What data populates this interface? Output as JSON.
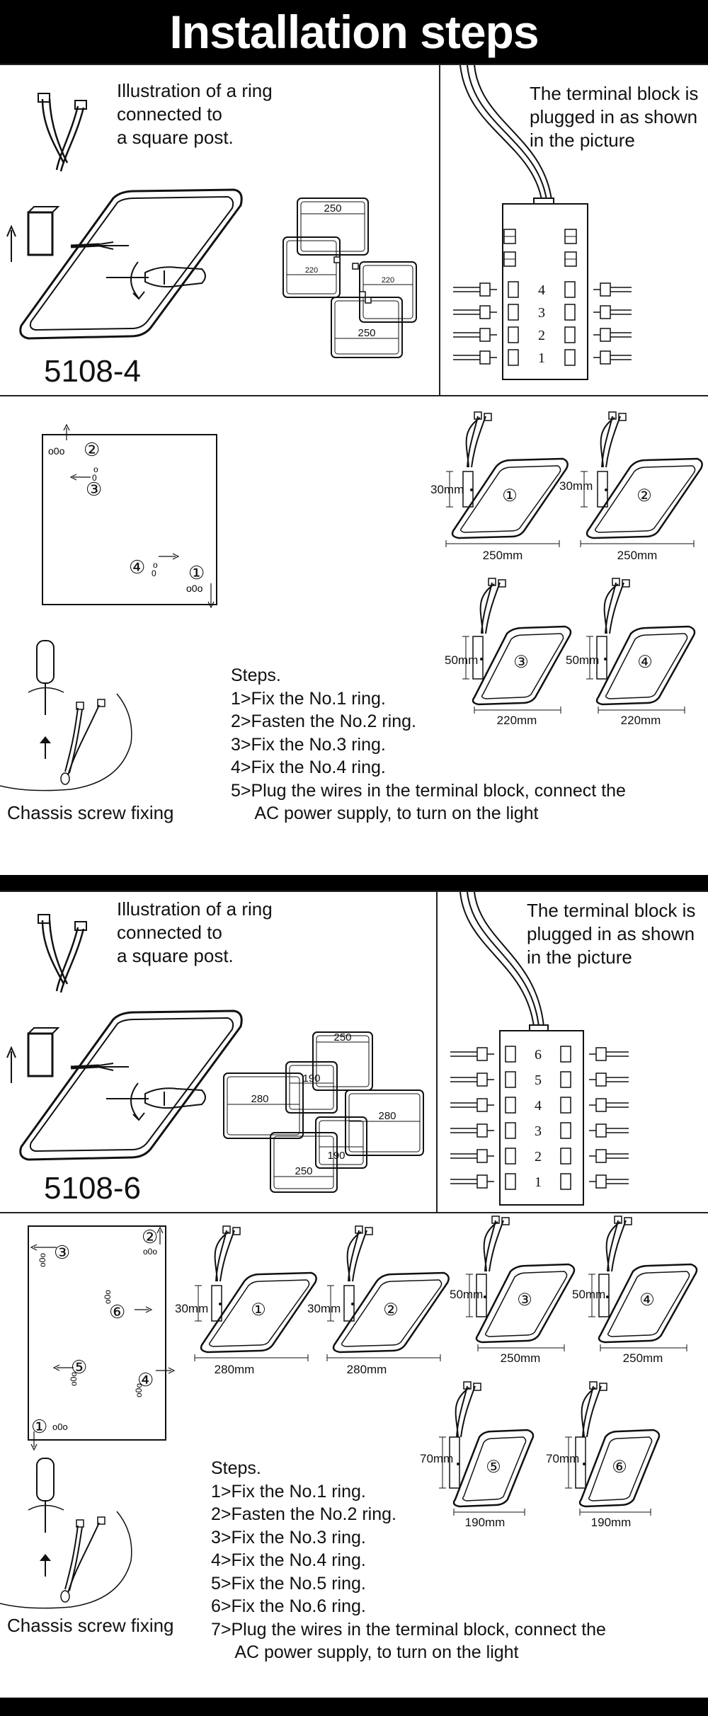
{
  "header": {
    "title": "Installation steps"
  },
  "section1": {
    "ring_caption": "Illustration of a ring\nconnected to\na square post.",
    "model": "5108-4",
    "terminal_caption": "The terminal block is\nplugged in as shown\nin the picture",
    "diagram_dims": [
      "250",
      "220",
      "220",
      "250"
    ],
    "terminal_numbers": [
      "4",
      "3",
      "2",
      "1"
    ],
    "layout_markers": [
      "②",
      "③",
      "④",
      "①"
    ],
    "ring_labels": [
      {
        "num": "①",
        "height": "30mm",
        "width": "250mm"
      },
      {
        "num": "②",
        "height": "30mm",
        "width": "250mm"
      },
      {
        "num": "③",
        "height": "50mm",
        "width": "220mm"
      },
      {
        "num": "④",
        "height": "50mm",
        "width": "220mm"
      }
    ],
    "chassis_caption": "Chassis screw fixing",
    "steps": [
      "Steps.",
      "1>Fix the No.1 ring.",
      "2>Fasten the No.2 ring.",
      "3>Fix the No.3 ring.",
      "4>Fix the No.4 ring.",
      "5>Plug the wires in the terminal block, connect the",
      "     AC power supply, to turn on the light"
    ]
  },
  "section2": {
    "ring_caption": "Illustration of a ring\nconnected to\na square post.",
    "model": "5108-6",
    "terminal_caption": "The terminal block is\nplugged in as shown\nin the picture",
    "diagram_dims": [
      "250",
      "190",
      "280",
      "280",
      "190",
      "250"
    ],
    "terminal_numbers": [
      "6",
      "5",
      "4",
      "3",
      "2",
      "1"
    ],
    "layout_markers": [
      "③",
      "②",
      "⑥",
      "⑤",
      "④",
      "①"
    ],
    "ring_labels": [
      {
        "num": "①",
        "height": "30mm",
        "width": "280mm"
      },
      {
        "num": "②",
        "height": "30mm",
        "width": "280mm"
      },
      {
        "num": "③",
        "height": "50mm",
        "width": "250mm"
      },
      {
        "num": "④",
        "height": "50mm",
        "width": "250mm"
      },
      {
        "num": "⑤",
        "height": "70mm",
        "width": "190mm"
      },
      {
        "num": "⑥",
        "height": "70mm",
        "width": "190mm"
      }
    ],
    "chassis_caption": "Chassis screw fixing",
    "steps": [
      "Steps.",
      "1>Fix the No.1 ring.",
      "2>Fasten the No.2 ring.",
      "3>Fix the No.3 ring.",
      "4>Fix the No.4 ring.",
      "5>Fix the No.5 ring.",
      "6>Fix the No.6 ring.",
      "7>Plug the wires in the terminal block, connect the",
      "     AC power supply, to turn on the light"
    ]
  }
}
